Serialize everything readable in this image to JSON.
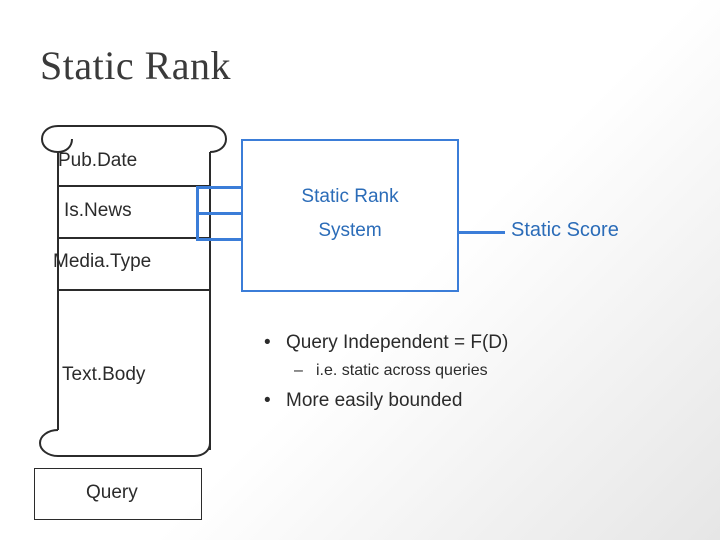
{
  "slide": {
    "title": "Static Rank"
  },
  "document_fields": [
    {
      "label": "Pub.Date"
    },
    {
      "label": "Is.News"
    },
    {
      "label": "Media.Type"
    },
    {
      "label": "Text.Body"
    }
  ],
  "query_box": {
    "label": "Query"
  },
  "system_box": {
    "line1": "Static Rank",
    "line2": "System",
    "color": "#2b6cb8"
  },
  "output": {
    "label": "Static Score"
  },
  "bullets": [
    {
      "level": 1,
      "text": "Query Independent = F(D)"
    },
    {
      "level": 2,
      "text": "i.e. static across queries"
    },
    {
      "level": 1,
      "text": "More easily bounded"
    }
  ],
  "colors": {
    "accent_blue": "#3b7dd8",
    "text_blue": "#2b6cb8",
    "outline_black": "#2b2b2b",
    "title_gray": "#3a3a3a"
  }
}
